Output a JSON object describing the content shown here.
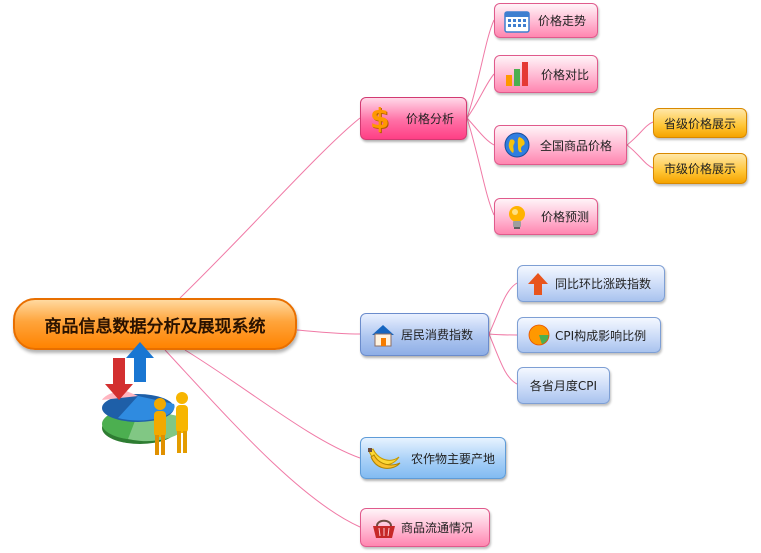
{
  "title": "商品信息数据分析及展现系统",
  "branches": {
    "price_analysis": {
      "label": "价格分析",
      "icon": "dollar-icon",
      "children": {
        "trend": {
          "label": "价格走势",
          "icon": "calendar-icon"
        },
        "compare": {
          "label": "价格对比",
          "icon": "bar-chart-icon"
        },
        "national": {
          "label": "全国商品价格",
          "icon": "globe-icon",
          "children": {
            "province": {
              "label": "省级价格展示"
            },
            "city": {
              "label": "市级价格展示"
            }
          }
        },
        "forecast": {
          "label": "价格预测",
          "icon": "lightbulb-icon"
        }
      }
    },
    "cpi": {
      "label": "居民消费指数",
      "icon": "house-icon",
      "children": {
        "yoy": {
          "label": "同比环比涨跌指数",
          "icon": "arrow-up-icon"
        },
        "composition": {
          "label": "CPI构成影响比例",
          "icon": "pie-chart-icon"
        },
        "monthly": {
          "label": "各省月度CPI"
        }
      }
    },
    "agri": {
      "label": "农作物主要产地",
      "icon": "banana-icon"
    },
    "circulation": {
      "label": "商品流通情况",
      "icon": "basket-icon"
    }
  },
  "colors": {
    "link_pink": "#f07aa6",
    "link_blue": "#f07aa6",
    "central_orange": "#ff8a00",
    "price_pink": "#ff4f8f",
    "cpi_blue": "#8eaee6",
    "agri_blue": "#82bbf2",
    "sub_orange": "#ffc535"
  }
}
